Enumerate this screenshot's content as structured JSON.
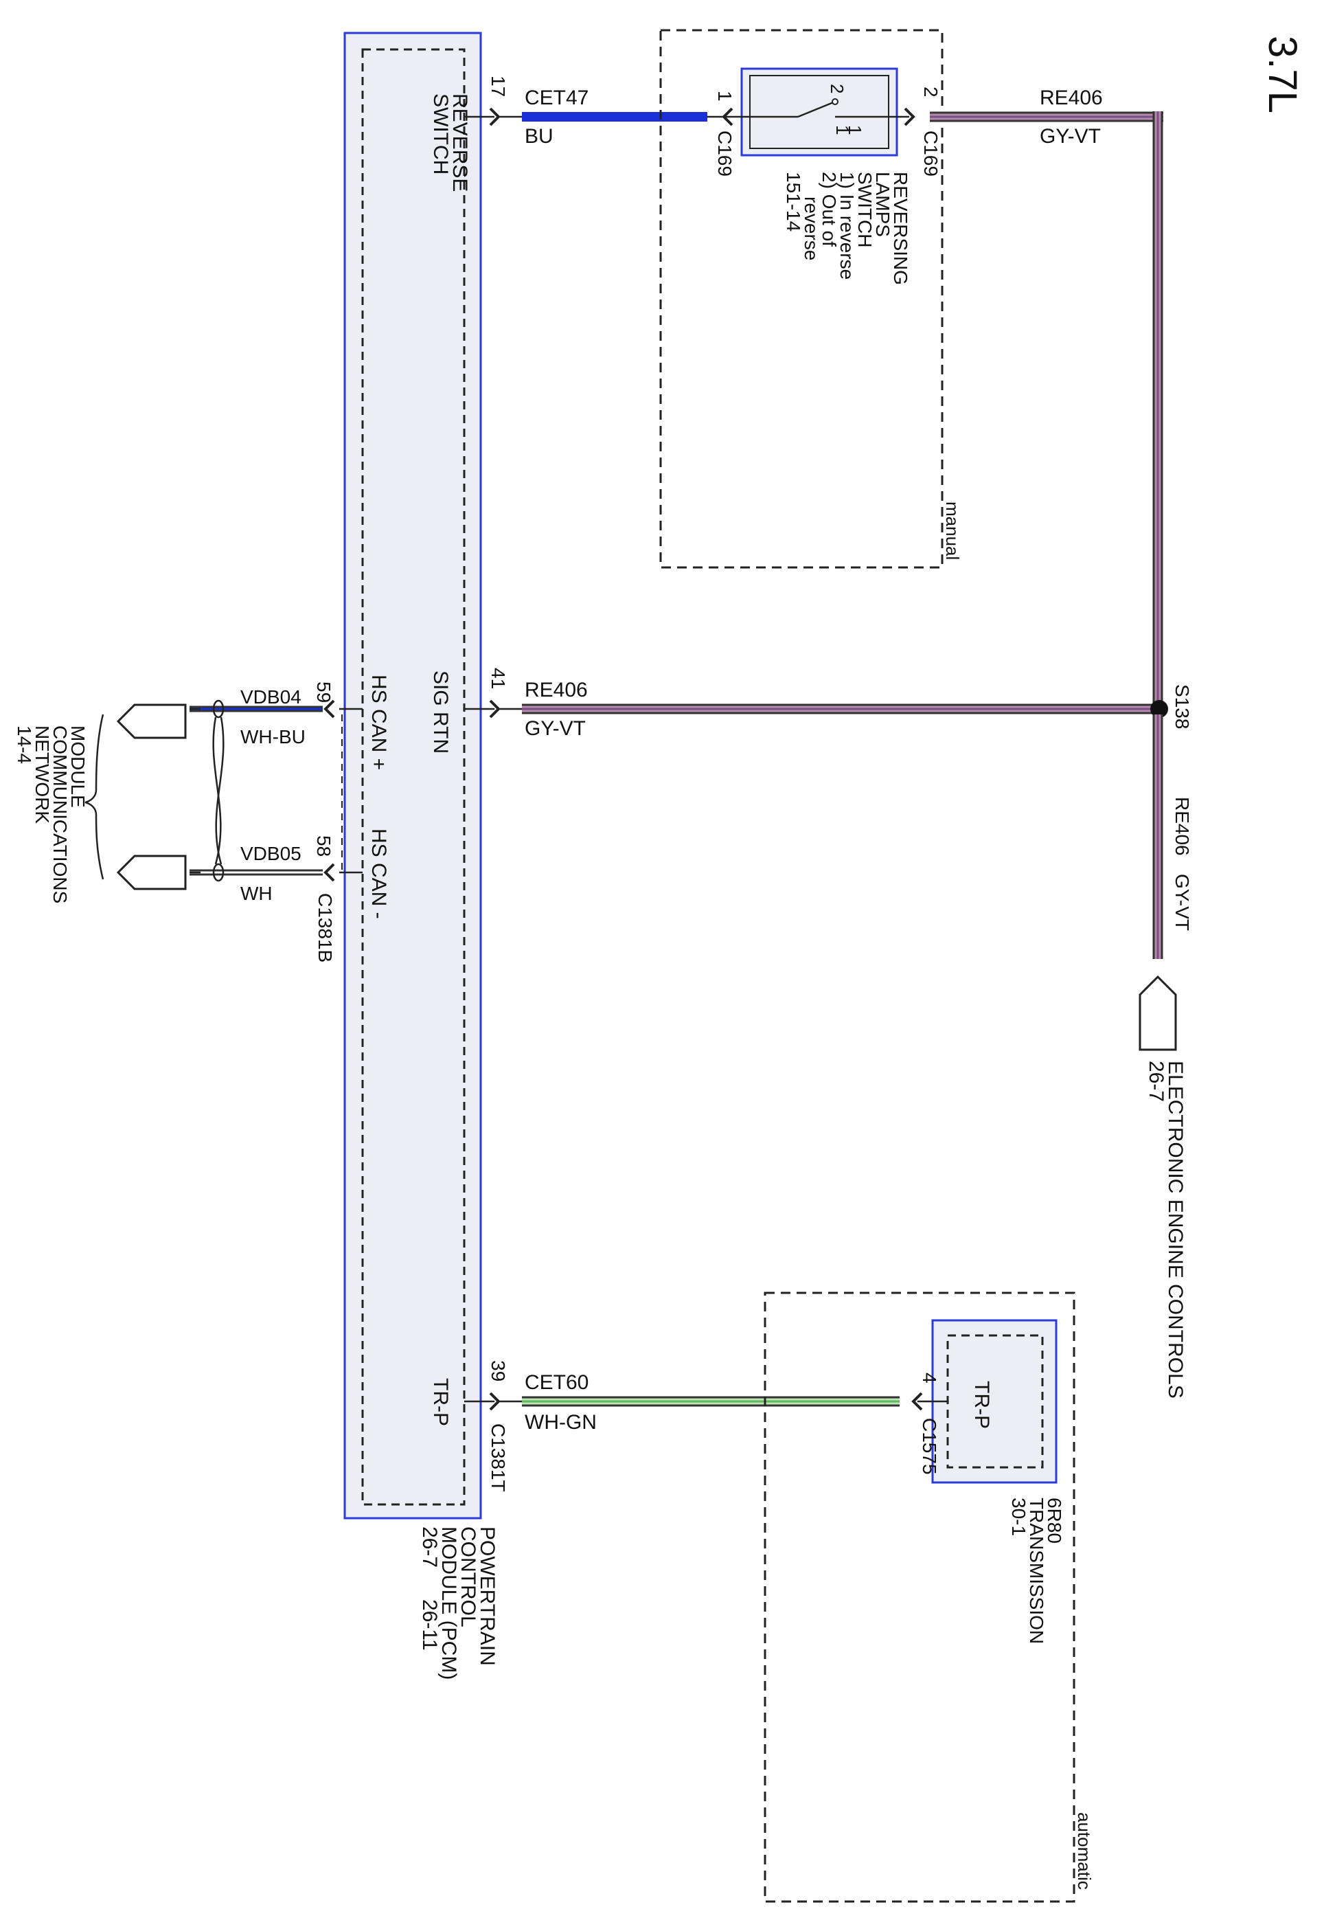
{
  "engine_label": "3.7L",
  "colors": {
    "BU": "#1a2fd6",
    "GY-VT": [
      "#333333",
      "#b48aa6",
      "#7a4e8c",
      "#b48aa6",
      "#333333"
    ],
    "WH-GN": [
      "#333333",
      "#bfe3b4",
      "#5cb85c",
      "#bfe3b4",
      "#333333"
    ],
    "WH-BU": [
      "#333333",
      "#1a2fd6",
      "#333333"
    ],
    "WH": [
      "#333333",
      "#ffffff",
      "#333333"
    ],
    "module_fill": "#ededf5",
    "module_border": "#2a3bd9"
  },
  "pcm": {
    "name_lines": [
      "POWERTRAIN",
      "CONTROL",
      "MODULE (PCM)"
    ],
    "ref_left": "26-7",
    "ref_right": "26-11",
    "pins": [
      {
        "label": [
          "REVERSE",
          "SWITCH"
        ],
        "pin": "17"
      },
      {
        "label": [
          "SIG RTN"
        ],
        "pin": "41"
      },
      {
        "label": [
          "HS CAN +"
        ],
        "pin": "59"
      },
      {
        "label": [
          "HS CAN -"
        ],
        "pin": "58"
      },
      {
        "label": [
          "TR-P"
        ],
        "pin": "39"
      }
    ],
    "connector_can": "C1381B",
    "connector_trp": "C1381T"
  },
  "wires": [
    {
      "circuit": "CET47",
      "color": "BU"
    },
    {
      "circuit": "RE406",
      "color": "GY-VT"
    },
    {
      "circuit": "RE406",
      "color": "GY-VT"
    },
    {
      "circuit": "RE406",
      "color": "GY-VT"
    },
    {
      "circuit": "VDB04",
      "color": "WH-BU"
    },
    {
      "circuit": "VDB05",
      "color": "WH"
    },
    {
      "circuit": "CET60",
      "color": "WH-GN"
    }
  ],
  "reversing_switch": {
    "lines": [
      "REVERSING",
      "LAMPS",
      "SWITCH",
      "1) In reverse",
      "2) Out of",
      "reverse",
      "151-14"
    ],
    "pin_in": "1",
    "pin_out": "2",
    "connector": "C169",
    "pos_a": "1",
    "pos_b": "2",
    "pos_c": "1",
    "group_label": "manual"
  },
  "splice": "S138",
  "eec": {
    "label": "ELECTRONIC ENGINE CONTROLS",
    "ref": "26-7"
  },
  "network": {
    "lines": [
      "MODULE",
      "COMMUNICATIONS",
      "NETWORK",
      "14-4"
    ]
  },
  "transmission": {
    "pin_label": "TR-P",
    "pin": "4",
    "connector": "C1575",
    "lines": [
      "6R80",
      "TRANSMISSION",
      "30-1"
    ],
    "group_label": "automatic"
  }
}
